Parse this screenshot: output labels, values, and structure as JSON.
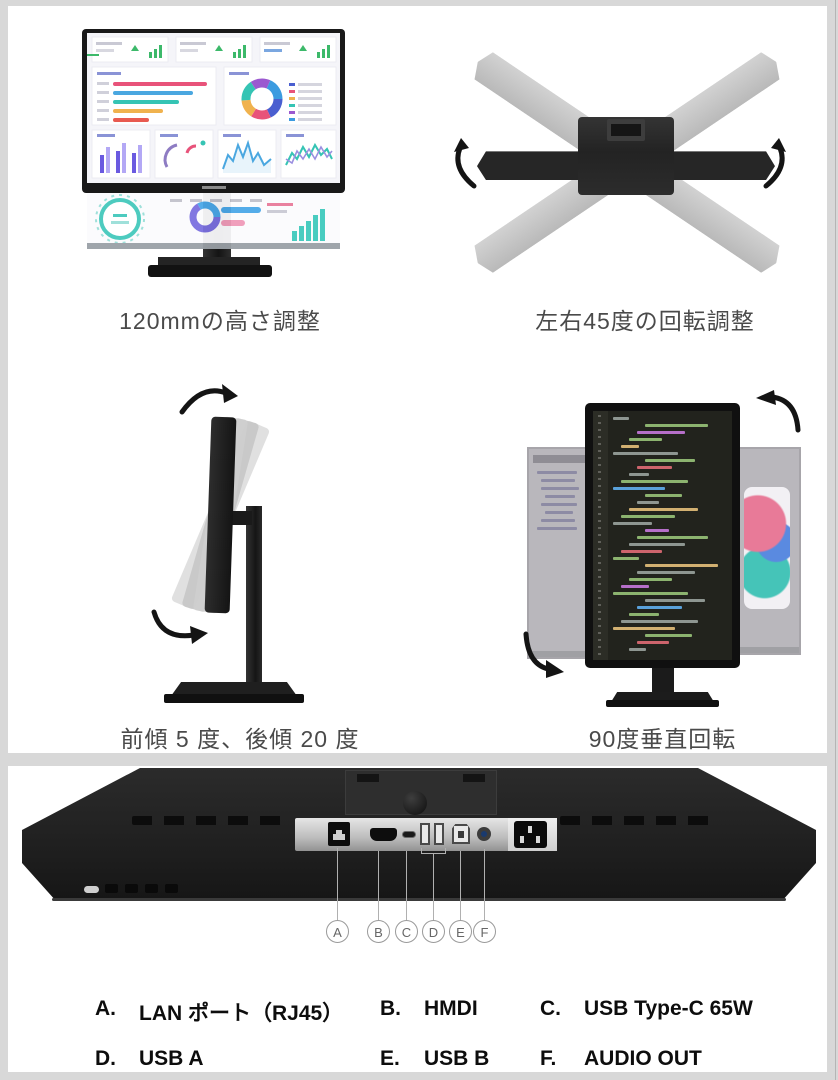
{
  "features": [
    {
      "caption": "120mmの高さ調整"
    },
    {
      "caption": "左右45度の回転調整"
    },
    {
      "caption": "前傾 5 度、後傾 20 度"
    },
    {
      "caption": "90度垂直回転"
    }
  ],
  "ports": {
    "labels": [
      "A",
      "B",
      "C",
      "D",
      "E",
      "F"
    ],
    "legend": [
      {
        "key": "A.",
        "label": "LAN ポート（RJ45）"
      },
      {
        "key": "B.",
        "label": "HMDI"
      },
      {
        "key": "C.",
        "label": "USB Type-C 65W"
      },
      {
        "key": "D.",
        "label": "USB A"
      },
      {
        "key": "E.",
        "label": "USB B"
      },
      {
        "key": "F.",
        "label": "AUDIO OUT"
      }
    ]
  },
  "colors": {
    "page_background": "#d8d8d8",
    "panel_background": "#ffffff",
    "monitor_black": "#1f1f1f",
    "port_strip_silver": "#c4c4c4",
    "caption_text": "#4a4a4a",
    "legend_text": "#0d0d0d",
    "accent_teal": "#3ec9bd",
    "accent_green": "#3cb96a",
    "audio_jack_blue": "#1a3a6e"
  }
}
